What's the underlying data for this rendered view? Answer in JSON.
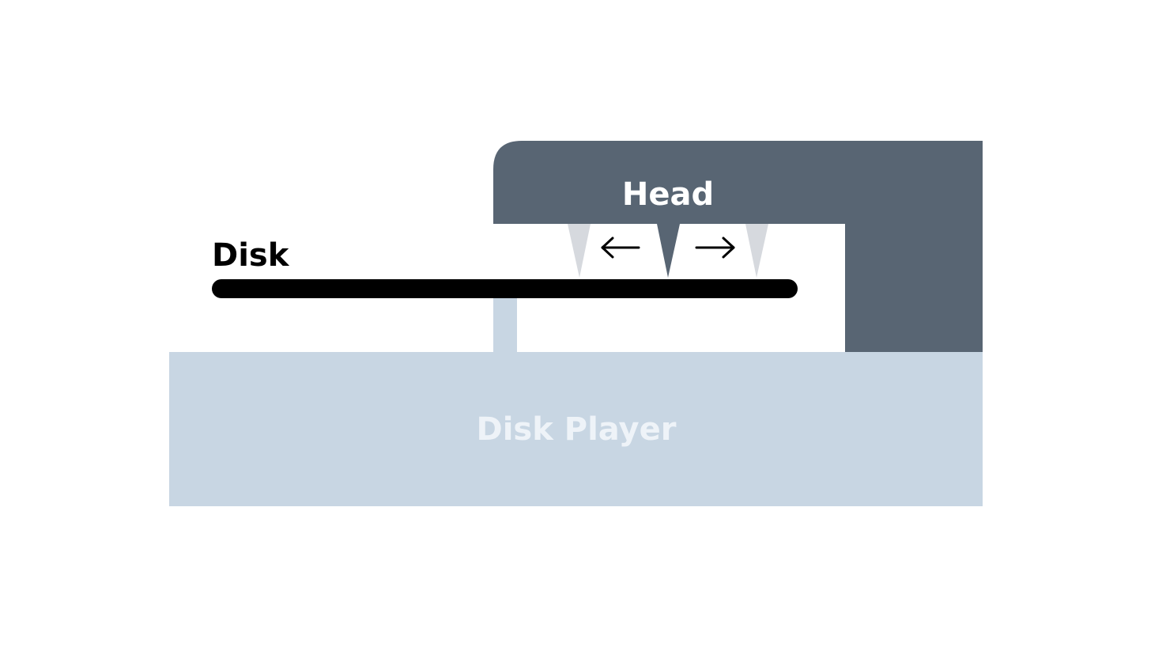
{
  "labels": {
    "head": "Head",
    "disk": "Disk",
    "player": "Disk Player"
  },
  "arrows": {
    "left": "←",
    "right": "→"
  },
  "colors": {
    "background": "#ffffff",
    "head_body": "#586573",
    "player_body": "#c8d6e3",
    "spindle": "#c8d6e3",
    "disk": "#000000",
    "ghost_needle": "#d6d9de",
    "active_needle": "#586573",
    "head_label": "#ffffff",
    "player_label": "#eef3f8",
    "disk_label": "#000000",
    "arrow": "#000000"
  }
}
